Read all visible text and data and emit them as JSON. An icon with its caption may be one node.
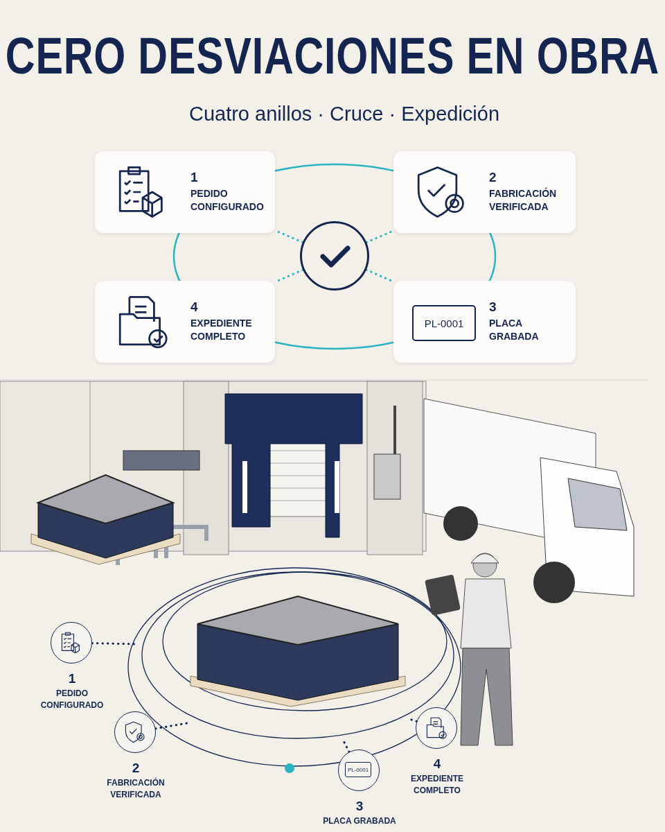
{
  "diagram": {
    "title": "CERO DESVIACIONES EN OBRA",
    "nodes": [
      {
        "text": [
          "1",
          "PEDIDO CONFIGURADO"
        ]
      },
      {
        "text": [
          "2",
          "FABRICACIÓN VERIFICADA"
        ]
      },
      {
        "text": [
          "4",
          "EXPEDIENTE COMPLETO"
        ]
      },
      {
        "text": [
          "3",
          "PLACA GRABADA"
        ]
      },
      {
        "text": [
          "PL-0001"
        ],
        "in": 3
      },
      {
        "text": [],
        "shape": "circle"
      },
      {
        "text": [],
        "shape": "circle",
        "beside": [
          "1",
          "PEDIDO CONFIGURADO"
        ]
      },
      {
        "text": [],
        "shape": "circle",
        "beside": [
          "2",
          "FABRICACIÓN VERIFICADA"
        ]
      },
      {
        "text": [
          "PL-0001"
        ],
        "beside": [
          "3",
          "PLACA GRABADA"
        ]
      },
      {
        "text": [],
        "shape": "circle",
        "beside": [
          "4",
          "EXPEDIENTE COMPLETO"
        ]
      }
    ],
    "edges": [
      {
        "from": 5,
        "to": 0,
        "arrow": "none",
        "style": "dashed",
        "color": "#2bb3c0"
      },
      {
        "from": 5,
        "to": 1,
        "arrow": "none",
        "style": "dashed",
        "color": "#2bb3c0"
      },
      {
        "from": 5,
        "to": 2,
        "arrow": "none",
        "style": "dashed",
        "color": "#2bb3c0"
      },
      {
        "from": 5,
        "to": 3,
        "arrow": "none",
        "style": "dashed",
        "color": "#2bb3c0"
      },
      {
        "from": 6,
        "to": null,
        "arrow": "none",
        "style": "dashed",
        "color": "#14254f"
      },
      {
        "from": 7,
        "to": null,
        "arrow": "none",
        "style": "dashed",
        "color": "#14254f"
      },
      {
        "from": 8,
        "to": null,
        "arrow": "none",
        "style": "dashed",
        "color": "#14254f"
      },
      {
        "from": 9,
        "to": null,
        "arrow": "none",
        "style": "dashed",
        "color": "#14254f"
      }
    ],
    "labels": [
      "Cuatro anillos · Cruce · Expedición"
    ]
  }
}
